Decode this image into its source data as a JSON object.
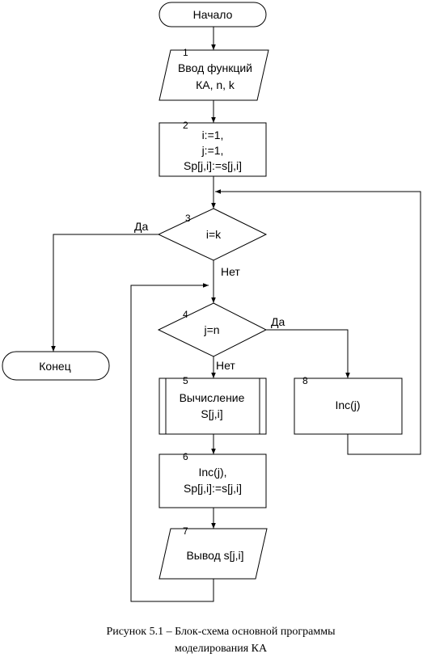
{
  "start": "Начало",
  "end": "Конец",
  "b1": {
    "num": "1",
    "l1": "Ввод функций",
    "l2": "КА, n, k"
  },
  "b2": {
    "num": "2",
    "l1": "i:=1,",
    "l2": "j:=1,",
    "l3": "Sp[j,i]:=s[j,i]"
  },
  "b3": {
    "num": "3",
    "cond": "i=k",
    "yes": "Да",
    "no": "Нет"
  },
  "b4": {
    "num": "4",
    "cond": "j=n",
    "yes": "Да",
    "no": "Нет"
  },
  "b5": {
    "num": "5",
    "l1": "Вычисление",
    "l2": "S[j,i]"
  },
  "b6": {
    "num": "6",
    "l1": "Inc(j),",
    "l2": "Sp[j,i]:=s[j,i]"
  },
  "b7": {
    "num": "7",
    "l1": "Вывод s[j,i]"
  },
  "b8": {
    "num": "8",
    "l1": "Inc(j)"
  },
  "caption": {
    "line1": "Рисунок 5.1 – Блок-схема основной программы",
    "line2": "моделирования КА"
  }
}
